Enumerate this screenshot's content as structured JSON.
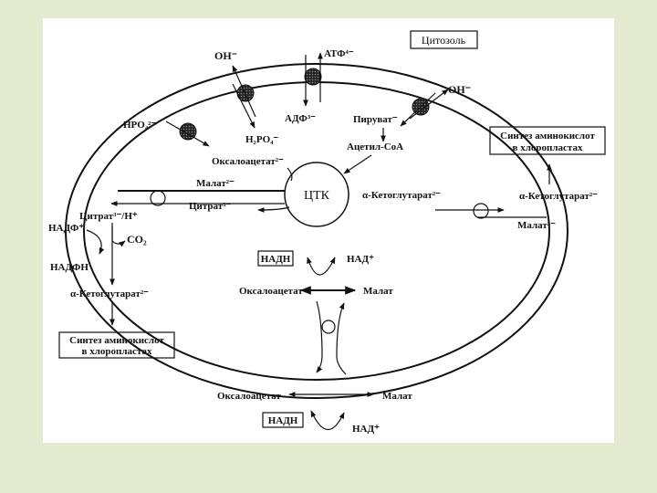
{
  "slide": {
    "background": "#e3ead0",
    "frame_color": "#ffffff"
  },
  "diagram": {
    "cytosol": "Цитозоль",
    "tca": "ЦТК",
    "oh_top_left": "OH⁻",
    "atp": "АТФ⁴⁻",
    "adp": "АДФ³⁻",
    "oh_top_right": "OH⁻",
    "hpo4": "HPO₄²⁻",
    "h2po4": "H₂PO₄⁻",
    "pyruvate": "Пируват⁻",
    "acetyl_coa": "Ацетил-CoA",
    "oxaloacetate_inner_top": "Оксалоацетат²⁻",
    "malate_inner": "Малат²⁻",
    "citrate_inner": "Цитрат³⁻",
    "ketoglutarate_inner": "α-Кетоглутарат²⁻",
    "ketoglutarate_right": "α-Кетоглутарат²⁻",
    "malate_right": "Малат²⁻",
    "synthesis_right": [
      "Синтез аминокислот",
      "в хлоропластах"
    ],
    "citrate_out": "Цитрат³⁻/H⁺",
    "nadp": "НАДФ⁺",
    "co2": "CO₂",
    "nadph": "НАДФН",
    "ketoglutarate_left": "α-Кетоглутарат²⁻",
    "synthesis_left": [
      "Синтез аминокислот",
      "в хлоропластах"
    ],
    "nadh_inner": "НАДН",
    "nad_inner": "НАД⁺",
    "oxaloacetate_inner": "Оксалоацетат",
    "malate_inner_bottom": "Малат",
    "oxaloacetate_outer": "Оксалоацетат",
    "malate_outer": "Малат",
    "nadh_outer": "НАДН",
    "nad_outer": "НАД⁺"
  }
}
